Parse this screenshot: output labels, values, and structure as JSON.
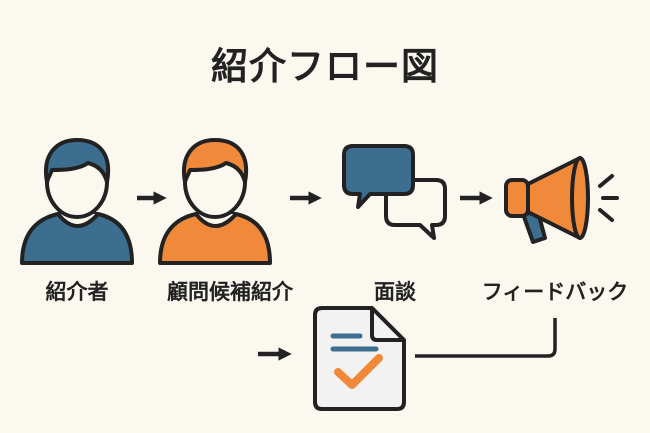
{
  "title": "紹介フロー図",
  "steps": [
    {
      "label": "紹介者",
      "icon": "person-icon"
    },
    {
      "label": "顧問候補紹介",
      "icon": "person-icon"
    },
    {
      "label": "面談",
      "icon": "chat-bubbles-icon"
    },
    {
      "label": "フィードバック",
      "icon": "megaphone-icon"
    }
  ],
  "document_icon": "document-check-icon",
  "colors": {
    "blue": "#3b6e8f",
    "orange": "#f0893a",
    "outline": "#222222",
    "background": "#fbf8f0",
    "paper": "#f2f2f2"
  }
}
